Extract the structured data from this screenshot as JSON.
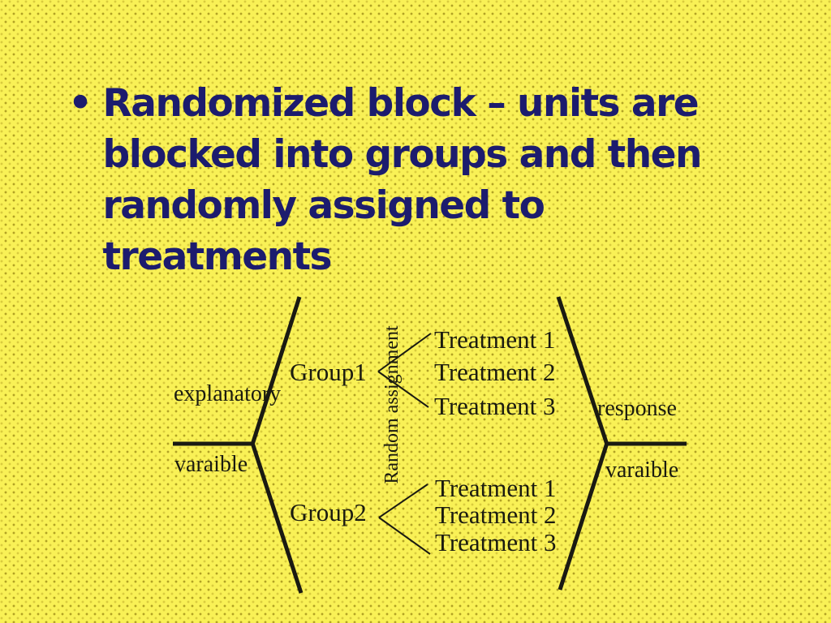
{
  "slide": {
    "background_color": "#f9f156",
    "title": {
      "bullet": "•",
      "color": "#1c1c6e",
      "lines": [
        "Randomized block – units are",
        "blocked into groups and then",
        "randomly assigned to",
        "treatments"
      ]
    },
    "diagram": {
      "line_color": "#1a1a12",
      "text_color": "#1b1b10",
      "explanatory_label_line1": "explanatory",
      "explanatory_label_line2": "varaible",
      "response_label_line1": "response",
      "response_label_line2": "varaible",
      "group1_label": "Group1",
      "group2_label": "Group2",
      "random_assignment_label": "Random assignment",
      "treatments_top": [
        "Treatment 1",
        "Treatment 2",
        "Treatment 3"
      ],
      "treatments_bottom": [
        "Treatment 1",
        "Treatment 2",
        "Treatment 3"
      ]
    }
  }
}
